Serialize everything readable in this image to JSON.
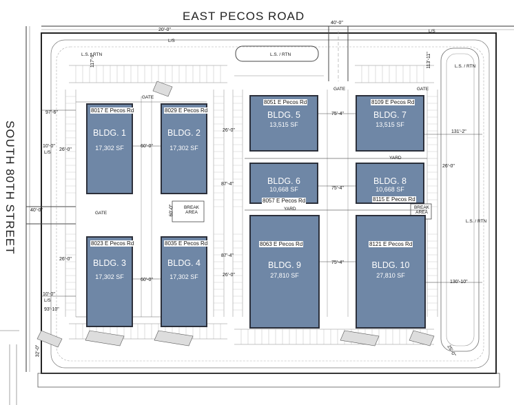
{
  "roads": {
    "north": "EAST PECOS ROAD",
    "west": "SOUTH 80TH STREET"
  },
  "buildings": [
    {
      "name": "BLDG. 1",
      "sf": "17,302 SF",
      "addr": "8017 E Pecos Rd"
    },
    {
      "name": "BLDG. 2",
      "sf": "17,302 SF",
      "addr": "8029 E Pecos Rd"
    },
    {
      "name": "BLDG. 3",
      "sf": "17,302 SF",
      "addr": "8023 E Pecos Rd"
    },
    {
      "name": "BLDG. 4",
      "sf": "17,302 SF",
      "addr": "8035 E Pecos Rd"
    },
    {
      "name": "BLDG. 5",
      "sf": "13,515 SF",
      "addr": "8051 E Pecos Rd"
    },
    {
      "name": "BLDG. 6",
      "sf": "10,668 SF",
      "addr": "8057 E Pecos Rd"
    },
    {
      "name": "BLDG. 7",
      "sf": "13,515 SF",
      "addr": "8109 E Pecos Rd"
    },
    {
      "name": "BLDG. 8",
      "sf": "10,668 SF",
      "addr": "8115 E Pecos Rd"
    },
    {
      "name": "BLDG. 9",
      "sf": "27,810 SF",
      "addr": "8063 E Pecos Rd"
    },
    {
      "name": "BLDG. 10",
      "sf": "27,810 SF",
      "addr": "8121 E Pecos Rd"
    }
  ],
  "labels": {
    "gate": "GATE",
    "yard": "YARD",
    "break_area": "BREAK AREA",
    "ls_rtn": "L.S. / RTN",
    "ls": "L/S"
  },
  "dimensions": {
    "d40": "40'-0\"",
    "d20": "20'-0\"",
    "d26": "26'-0\"",
    "d60": "60'-0\"",
    "d97_6": "97'-6\"",
    "d10": "10'-0\"",
    "d87_4": "87'-4\"",
    "d75_4": "75'-4\"",
    "d131_2": "131'-2\"",
    "d130_10": "130'-10\"",
    "d117_9": "117'-9\"",
    "d113_11": "113'-11\"",
    "d93_10": "93'-10\"",
    "d32": "32'-0\"",
    "d25": "25'-0\""
  }
}
